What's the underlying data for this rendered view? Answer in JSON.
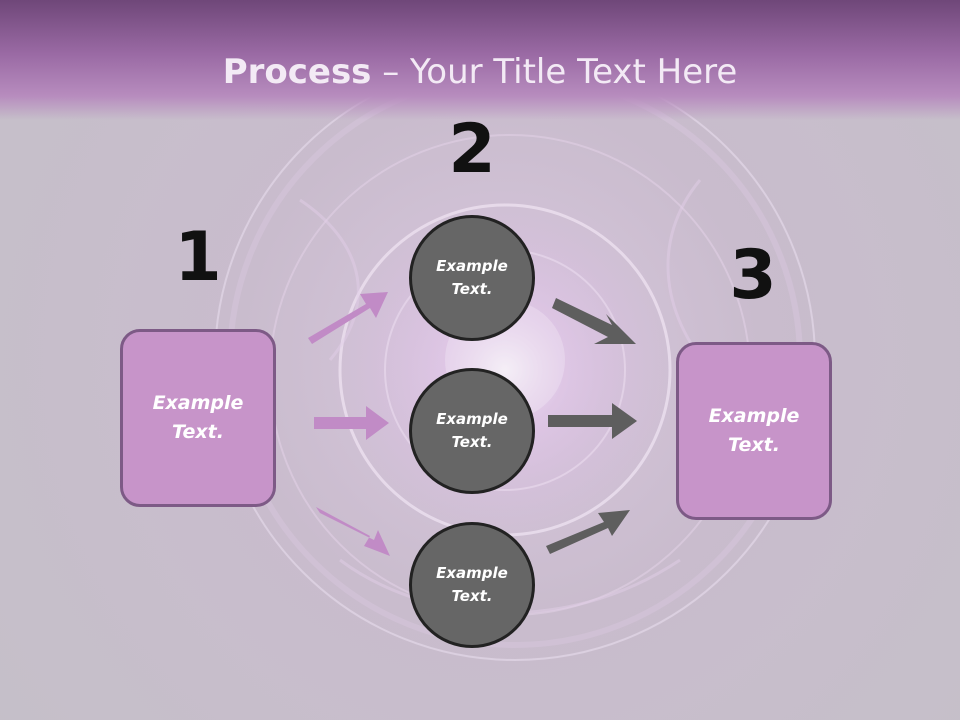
{
  "title": {
    "bold": "Process",
    "rest": " – Your Title Text Here"
  },
  "steps": [
    {
      "number": "1",
      "label": "Example\nText."
    },
    {
      "number": "2",
      "items": [
        "Example\nText.",
        "Example\nText.",
        "Example\nText."
      ]
    },
    {
      "number": "3",
      "label": "Example\nText."
    }
  ],
  "colors": {
    "title_bar": "#9a6aa4",
    "box_fill": "#c794c9",
    "circle_fill": "#666666",
    "arrow_pink": "#c18bc6",
    "arrow_gray": "#5e5e5e"
  }
}
